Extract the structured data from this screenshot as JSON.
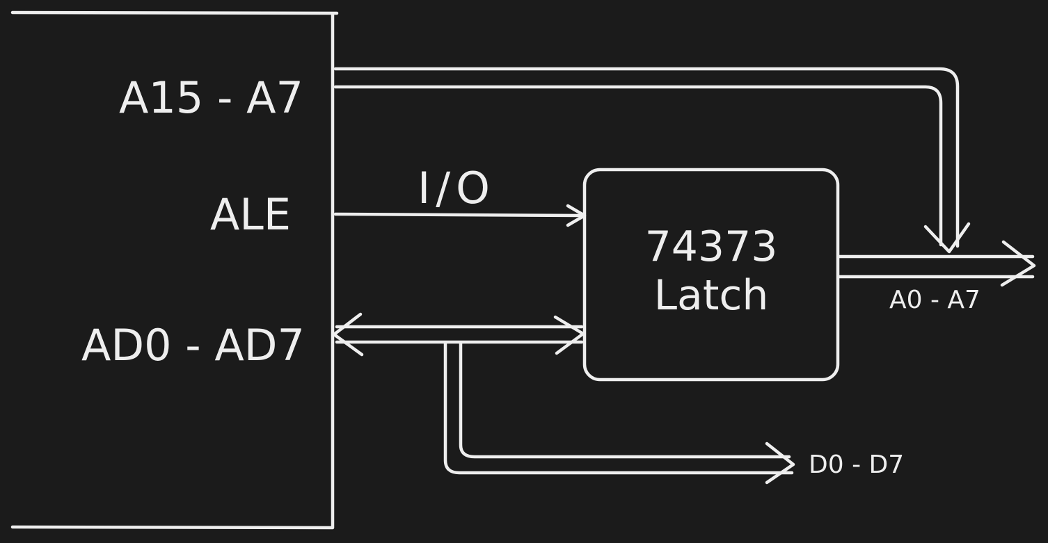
{
  "diagram": {
    "title": "",
    "colors": {
      "background": "#1b1b1b",
      "stroke": "#eeeeee"
    },
    "processor_pins": {
      "high_address": "A15 - A7",
      "ale": "ALE",
      "multiplexed_bus": "AD0 - AD7"
    },
    "signal_label": "I/O",
    "latch": {
      "part_number": "74373",
      "name": "Latch"
    },
    "outputs": {
      "address_low": "A0 - A7",
      "data": "D0 - D7"
    }
  }
}
